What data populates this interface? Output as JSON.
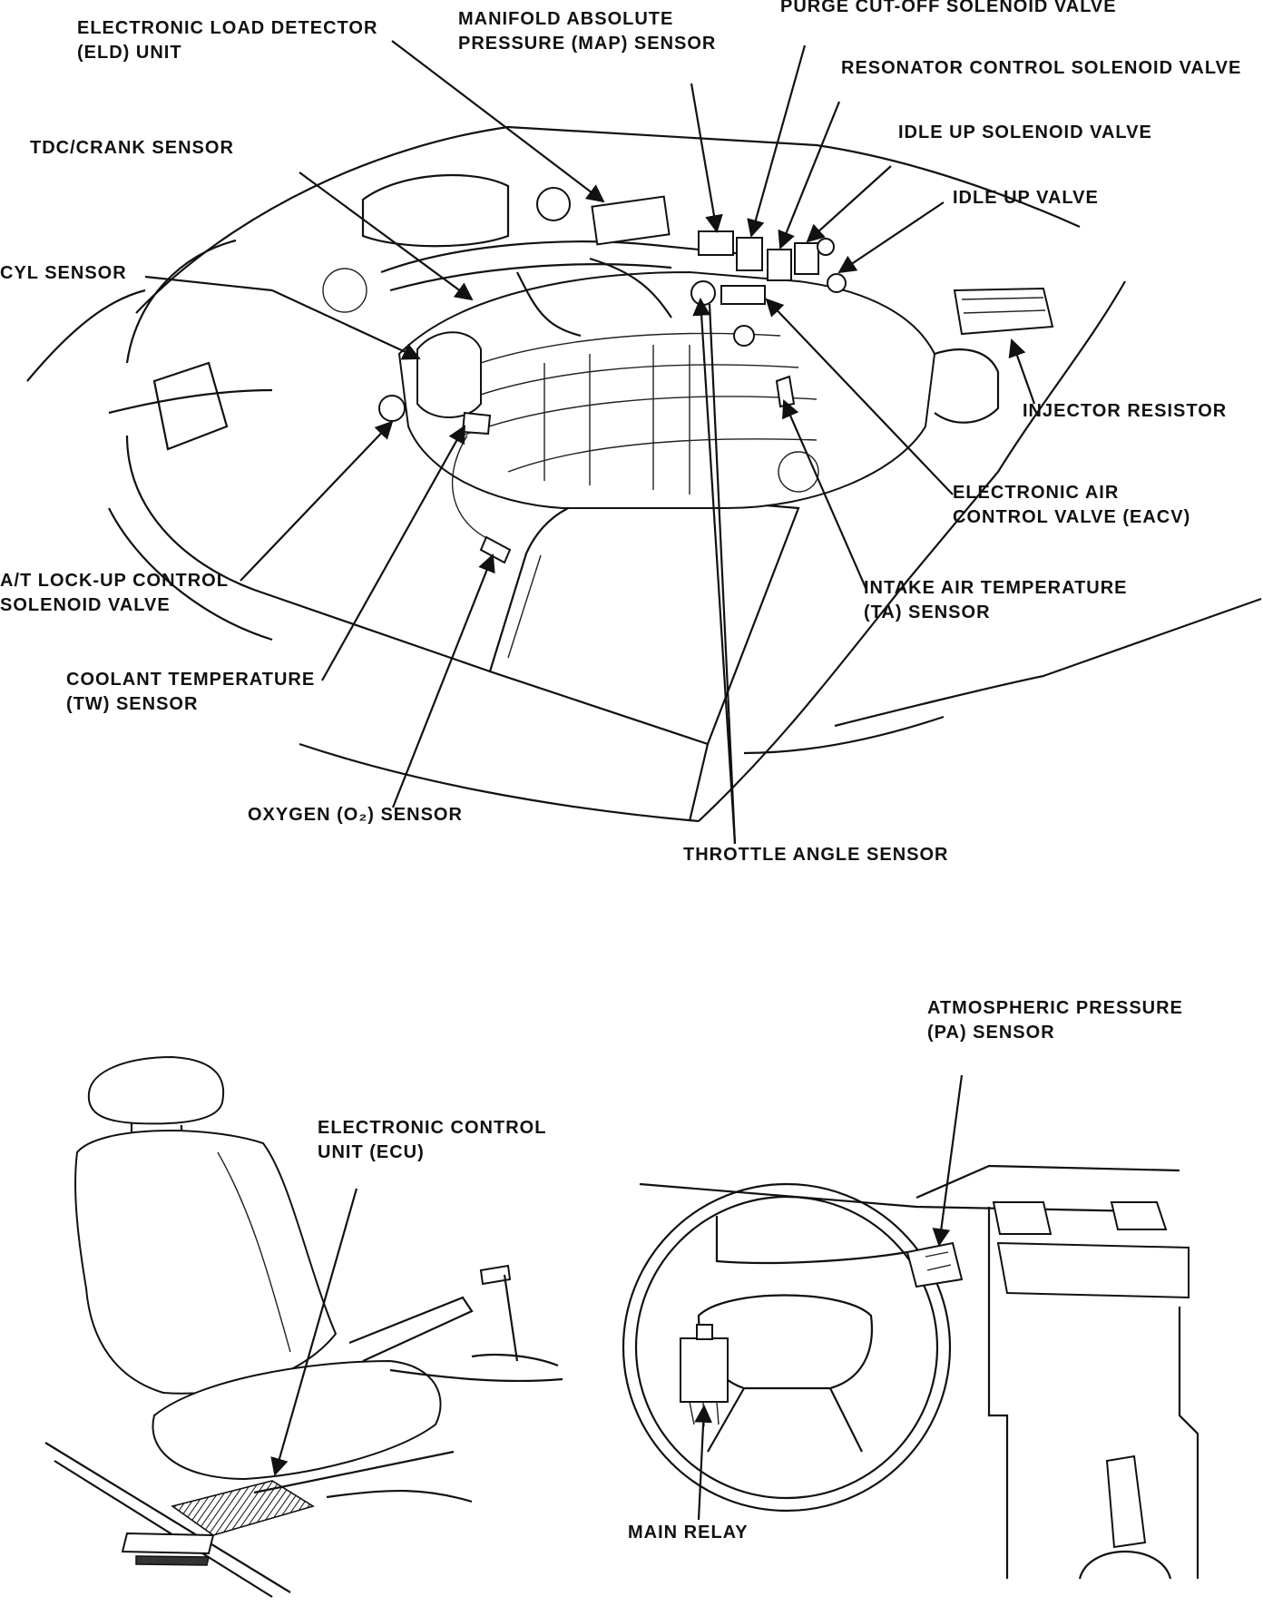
{
  "engine_labels": {
    "eld": [
      "ELECTRONIC LOAD DETECTOR",
      "(ELD) UNIT"
    ],
    "map": [
      "MANIFOLD ABSOLUTE",
      "PRESSURE (MAP) SENSOR"
    ],
    "purge": "PURGE CUT-OFF SOLENOID VALVE",
    "resonator": "RESONATOR CONTROL SOLENOID VALVE",
    "idle_up_solenoid": "IDLE UP SOLENOID VALVE",
    "idle_up_valve": "IDLE UP VALVE",
    "tdc_crank": "TDC/CRANK SENSOR",
    "cyl": "CYL SENSOR",
    "injector_resistor": "INJECTOR RESISTOR",
    "eacv": [
      "ELECTRONIC AIR",
      "CONTROL VALVE (EACV)"
    ],
    "at_lockup": [
      "A/T LOCK-UP CONTROL",
      "SOLENOID VALVE"
    ],
    "intake_air_temp": [
      "INTAKE AIR TEMPERATURE",
      "(TA) SENSOR"
    ],
    "coolant_temp": [
      "COOLANT TEMPERATURE",
      "(TW) SENSOR"
    ],
    "oxygen": "OXYGEN (O₂) SENSOR",
    "throttle_angle": "THROTTLE ANGLE SENSOR"
  },
  "cabin_labels": {
    "ecu": [
      "ELECTRONIC CONTROL",
      "UNIT (ECU)"
    ],
    "pa_sensor": [
      "ATMOSPHERIC PRESSURE",
      "(PA) SENSOR"
    ],
    "main_relay": "MAIN RELAY"
  }
}
